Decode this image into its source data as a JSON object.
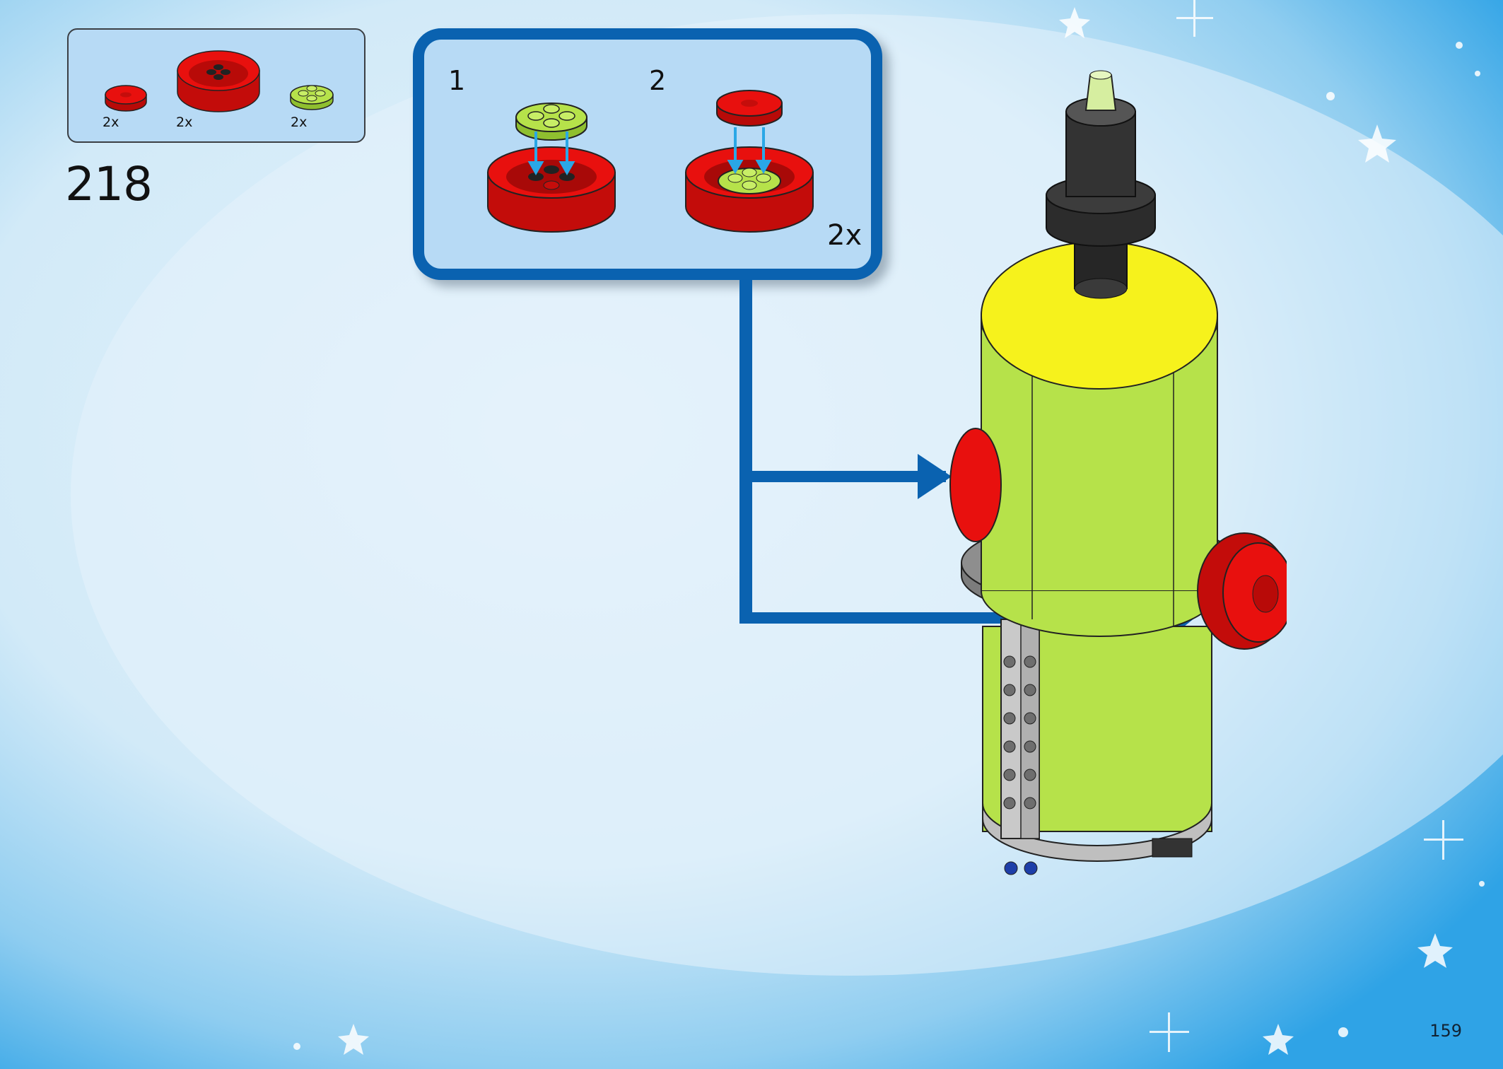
{
  "parts_list": [
    {
      "part": "red-round-tile-2x2-icon",
      "qty": "2x"
    },
    {
      "part": "red-round-brick-4x4-icon",
      "qty": "2x"
    },
    {
      "part": "lime-round-plate-2x2-icon",
      "qty": "2x"
    }
  ],
  "step_number": "218",
  "callout": {
    "substeps": [
      "1",
      "2"
    ],
    "multiplier": "2x"
  },
  "page_number": "159",
  "colors": {
    "callout_border": "#0a62b0",
    "callout_fill": "#b7daf5",
    "arrow": "#0a62b0",
    "part_red": "#e8100e",
    "part_lime": "#b6e24a",
    "part_yellow": "#f6f21c",
    "insert_arrow": "#2aa7e6"
  }
}
